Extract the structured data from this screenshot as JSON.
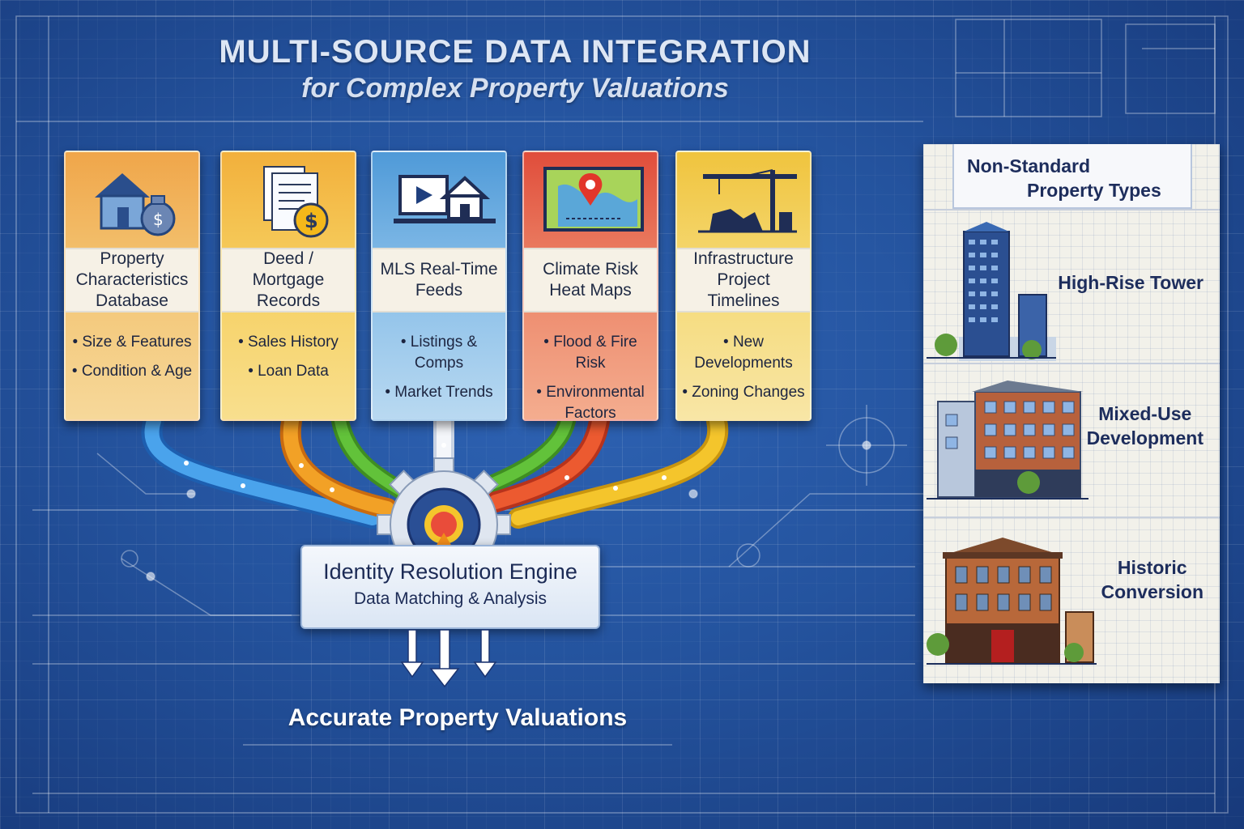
{
  "title": "MULTI-SOURCE DATA INTEGRATION",
  "subtitle": "for Complex Property Valuations",
  "sources": [
    {
      "label": "Property Characteristics Database",
      "bullets": [
        "• Size & Features",
        "• Condition & Age"
      ],
      "icon": "house-with-money-bag-icon"
    },
    {
      "label": "Deed / Mortgage Records",
      "bullets": [
        "• Sales History",
        "• Loan Data"
      ],
      "icon": "documents-with-dollar-coin-icon"
    },
    {
      "label": "MLS Real-Time Feeds",
      "bullets": [
        "• Listings & Comps",
        "• Market Trends"
      ],
      "icon": "monitor-with-house-icon"
    },
    {
      "label": "Climate Risk Heat Maps",
      "bullets": [
        "• Flood & Fire Risk",
        "• Environmental Factors"
      ],
      "icon": "map-with-pin-icon"
    },
    {
      "label": "Infrastructure Project Timelines",
      "bullets": [
        "• New Developments",
        "• Zoning Changes"
      ],
      "icon": "construction-crane-icon"
    }
  ],
  "engine": {
    "title": "Identity Resolution Engine",
    "subtitle": "Data Matching & Analysis",
    "icon": "gear-icon"
  },
  "result": "Accurate Property Valuations",
  "panel": {
    "header_line1": "Non-Standard",
    "header_line2": "Property Types",
    "types": [
      {
        "label": "High-Rise Tower",
        "icon": "high-rise-tower-illustration"
      },
      {
        "label_line1": "Mixed-Use",
        "label_line2": "Development",
        "icon": "mixed-use-building-illustration"
      },
      {
        "label_line1": "Historic",
        "label_line2": "Conversion",
        "icon": "historic-building-illustration"
      }
    ]
  },
  "colors": {
    "background": "#24539e",
    "pipe_blue": "#3f8fe0",
    "pipe_orange": "#f08c1a",
    "pipe_yellow": "#f2c32c",
    "pipe_green": "#58b432",
    "pipe_red": "#e34b2a",
    "pipe_cream": "#e9ecf2"
  }
}
